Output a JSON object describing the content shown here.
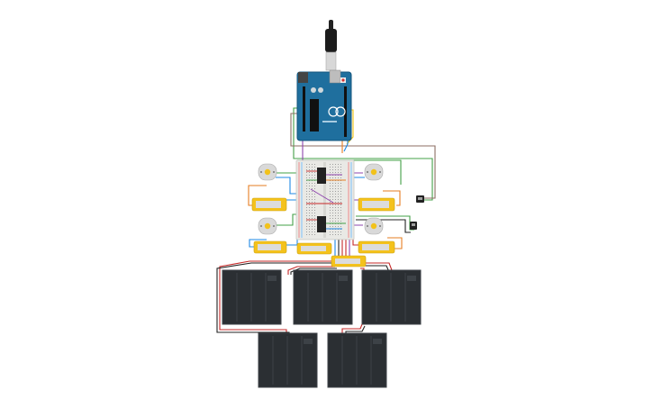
{
  "canvas": {
    "background": "#ffffff"
  },
  "colors": {
    "arduino_board": "#1f6f9e",
    "arduino_dark": "#14557c",
    "breadboard": "#e9e9e5",
    "battery": "#2b2f33",
    "battery_border": "#3d4247",
    "motor_body": "#d9d9d9",
    "motor_cap": "#f2c21b",
    "relay_body": "#f4c21c",
    "chip": "#222222",
    "wire_red": "#c62828",
    "wire_black": "#222222",
    "wire_green": "#43a047",
    "wire_orange": "#e67e22",
    "wire_blue": "#1e88e5",
    "wire_purple": "#8e44ad",
    "wire_brown": "#8d6e63",
    "wire_yellow": "#f1c40f"
  },
  "components": {
    "arduino": {
      "kind": "arduino-uno",
      "icon": "arduino-uno-board"
    },
    "usb_cable": {
      "kind": "usb-cable",
      "icon": "usb-plug-icon"
    },
    "breadboard": {
      "kind": "breadboard-half"
    },
    "ic_chips": {
      "count": 2,
      "kind": "motor-driver-ic"
    },
    "dc_motors": {
      "count": 4,
      "icon": "dc-motor-icon"
    },
    "sensor_modules": {
      "count": 4,
      "kind": "yellow-module"
    },
    "power_module": {
      "kind": "yellow-module"
    },
    "battery_packs": {
      "count": 5,
      "kind": "battery-pack-4xAA"
    },
    "small_devices": {
      "count": 2,
      "kind": "small-black-sensor"
    }
  }
}
